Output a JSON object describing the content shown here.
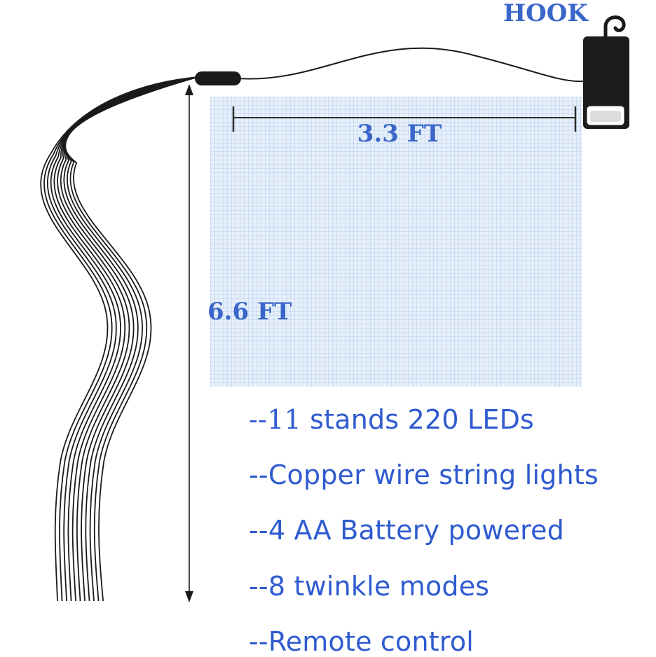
{
  "labels": {
    "hook": "HOOK",
    "width": "3.3 FT",
    "height": "6.6 FT"
  },
  "features": {
    "f1_prefix": "--11",
    "f1_rest": " stands 220 LEDs",
    "f2": "--Copper wire string lights",
    "f3": "--4 AA  Battery powered",
    "f4": "--8 twinkle modes",
    "f5": "--Remote control"
  },
  "colors": {
    "accent_text": "#2f5bd0",
    "grid_fill": "#e4eefa",
    "grid_line": "#9fbfe6",
    "wire": "#1a1a1a"
  },
  "strand_count": 11
}
